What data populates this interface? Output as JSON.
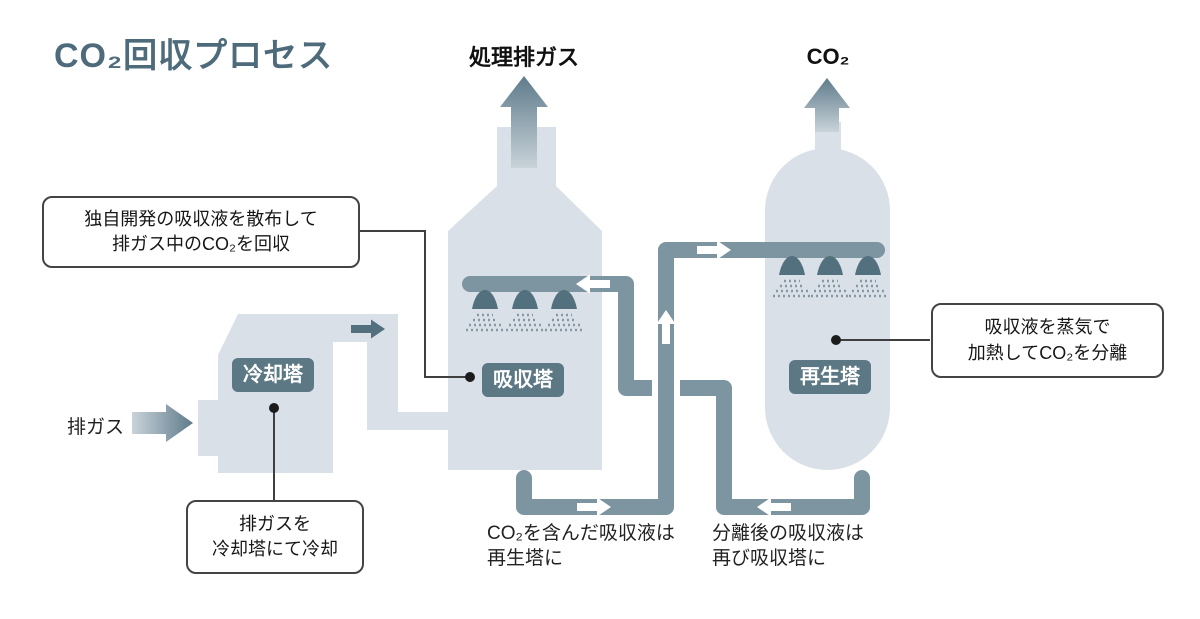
{
  "title": "CO₂回収プロセス",
  "top_labels": {
    "treated_gas": "処理排ガス",
    "co2": "CO₂"
  },
  "input_label": "排ガス",
  "towers": {
    "cooling": "冷却塔",
    "absorption": "吸収塔",
    "regeneration": "再生塔"
  },
  "callouts": {
    "absorber": {
      "line1": "独自開発の吸収液を散布して",
      "line2": "排ガス中のCO₂を回収"
    },
    "cooler": {
      "line1": "排ガスを",
      "line2": "冷却塔にて冷却"
    },
    "regenerator": {
      "line1": "吸収液を蒸気で",
      "line2": "加熱してCO₂を分離"
    }
  },
  "flow_labels": {
    "to_regenerator": {
      "line1": "CO₂を含んだ吸収液は",
      "line2": "再生塔に"
    },
    "to_absorber": {
      "line1": "分離後の吸収液は",
      "line2": "再び吸収塔に"
    }
  },
  "colors": {
    "vessel": "#dae0e7",
    "pipe": "#7d94a1",
    "pipe_dark": "#53707e",
    "spray": "#8699a3",
    "badge": "#5c7884",
    "title": "#4e6b7c",
    "line": "#3f3f3f",
    "arrow_dark": "#5f7b8b",
    "arrow_light": "#c9d3d9"
  }
}
